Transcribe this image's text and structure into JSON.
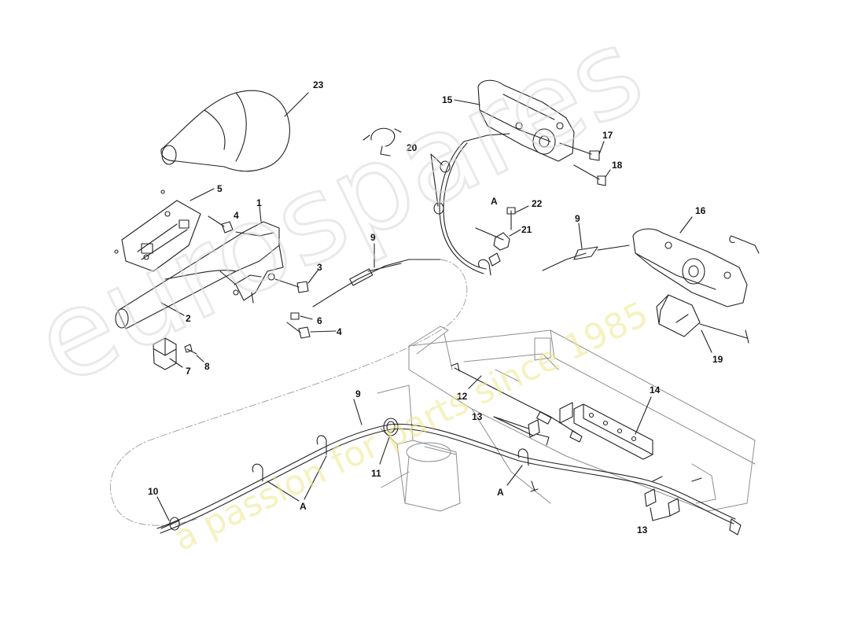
{
  "diagram": {
    "callouts": {
      "c1": "1",
      "c2": "2",
      "c3": "3",
      "c4a": "4",
      "c4b": "4",
      "c5": "5",
      "c6": "6",
      "c7": "7",
      "c8": "8",
      "c9a": "9",
      "c9b": "9",
      "c9c": "9",
      "c10": "10",
      "c11": "11",
      "c12": "12",
      "c13a": "13",
      "c13b": "13",
      "c14": "14",
      "c15": "15",
      "c16": "16",
      "c17": "17",
      "c18": "18",
      "c19": "19",
      "c20": "20",
      "c21": "21",
      "c22": "22",
      "c23": "23",
      "ca1": "A",
      "ca2": "A",
      "ca3": "A"
    }
  },
  "watermark": {
    "brand": "eurospares",
    "tagline": "a passion for parts since 1985"
  },
  "colors": {
    "line": "#222222",
    "faint_line": "#9a9a9a",
    "watermark_outline": "#d7d7d7",
    "watermark_tagline": "#ece88c"
  }
}
